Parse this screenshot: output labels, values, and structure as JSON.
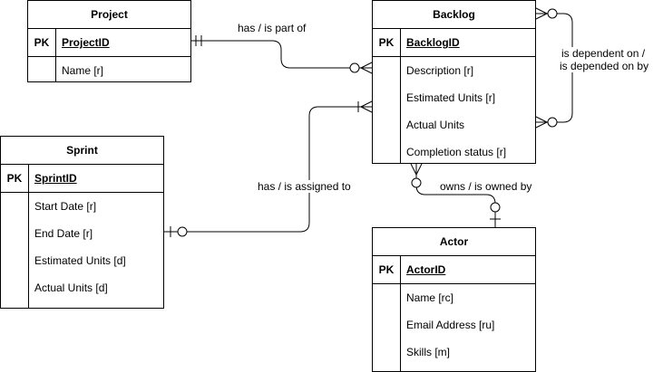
{
  "entities": {
    "project": {
      "title": "Project",
      "pk_label": "PK",
      "pk": "ProjectID",
      "attributes": [
        "Name [r]"
      ]
    },
    "backlog": {
      "title": "Backlog",
      "pk_label": "PK",
      "pk": "BacklogID",
      "attributes": [
        "Description [r]",
        "Estimated Units [r]",
        "Actual Units",
        "Completion status [r]"
      ]
    },
    "sprint": {
      "title": "Sprint",
      "pk_label": "PK",
      "pk": "SprintID",
      "attributes": [
        "Start Date [r]",
        "End Date [r]",
        "Estimated Units [d]",
        "Actual Units [d]"
      ]
    },
    "actor": {
      "title": "Actor",
      "pk_label": "PK",
      "pk": "ActorID",
      "attributes": [
        "Name [rc]",
        "Email Address [ru]",
        "Skills [m]"
      ]
    }
  },
  "relationships": {
    "project_backlog": "has / is part of",
    "sprint_backlog": "has / is assigned to",
    "backlog_actor": "owns / is owned by",
    "backlog_self_line1": "is dependent on /",
    "backlog_self_line2": "is depended on by"
  }
}
